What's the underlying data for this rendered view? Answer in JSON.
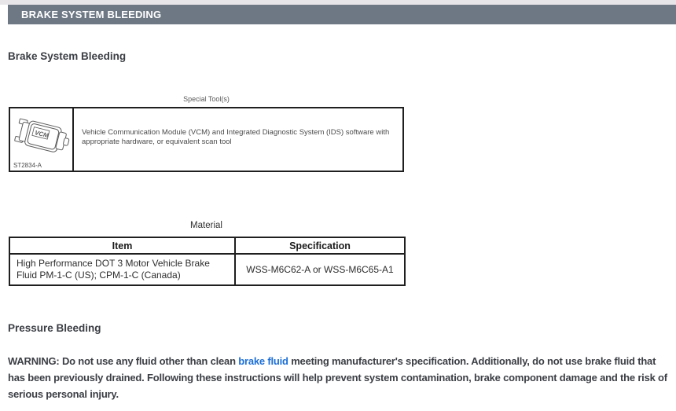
{
  "header": {
    "title": "BRAKE SYSTEM BLEEDING"
  },
  "page": {
    "title": "Brake System Bleeding",
    "subsection_title": "Pressure Bleeding"
  },
  "special_tools": {
    "caption": "Special Tool(s)",
    "tool_part_number": "ST2834-A",
    "device_text": "VCM",
    "description": "Vehicle Communication Module (VCM) and Integrated Diagnostic System (IDS) software with appropriate hardware, or equivalent scan tool"
  },
  "material": {
    "caption": "Material",
    "columns": [
      "Item",
      "Specification"
    ],
    "rows": [
      {
        "item": "High Performance DOT 3 Motor Vehicle Brake Fluid PM-1-C (US); CPM-1-C (Canada)",
        "specification": "WSS-M6C62-A or WSS-M6C65-A1"
      }
    ]
  },
  "warning": {
    "prefix": "WARNING: Do not use any fluid other than clean ",
    "link_text": "brake fluid",
    "suffix": " meeting manufacturer's specification. Additionally, do not use brake fluid that has been previously drained. Following these instructions will help prevent system contamination, brake component damage and the risk of serious personal injury."
  },
  "colors": {
    "header_bar": "#6e7885",
    "top_strip": "#e7e5e8",
    "link": "#1d6fd6",
    "body_text": "#3b3e44",
    "table_border": "#1f1f1f"
  }
}
